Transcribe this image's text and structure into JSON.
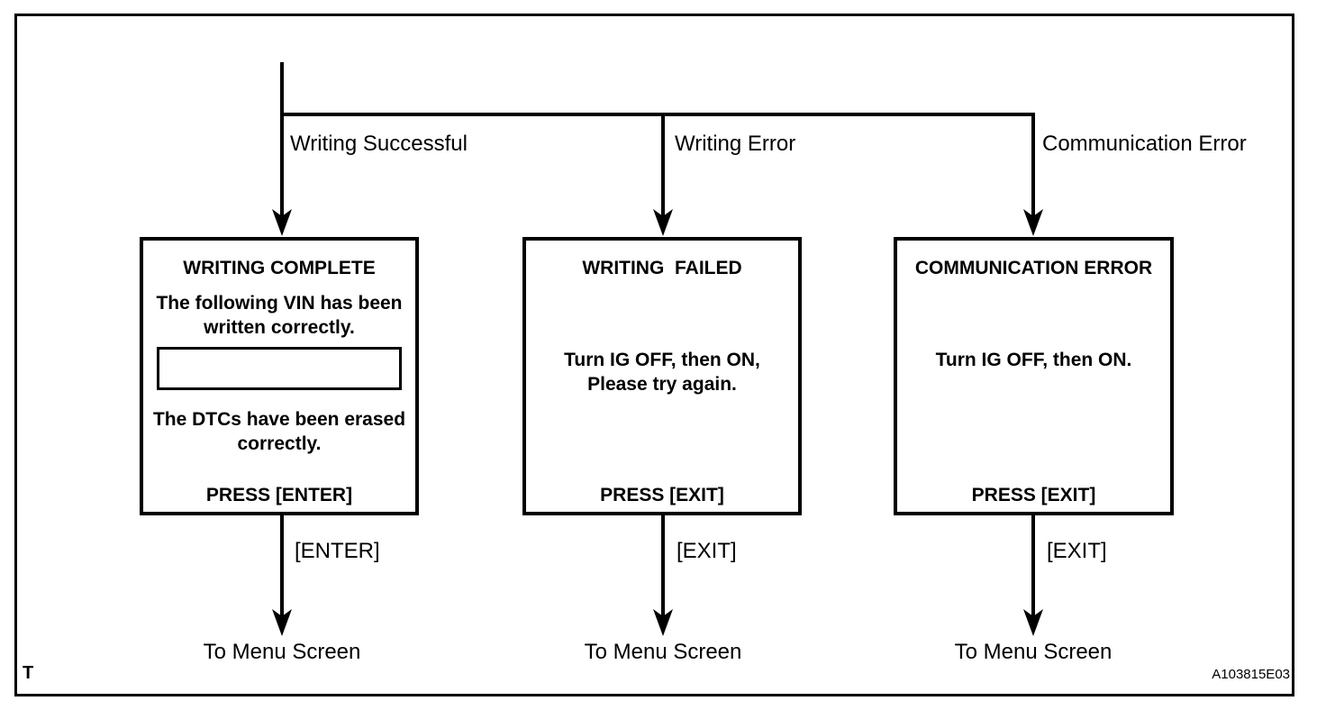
{
  "diagram": {
    "figure_id": "A103815E03",
    "corner_mark": "T",
    "colors": {
      "line": "#000000",
      "background": "#ffffff",
      "text": "#000000"
    },
    "branches": [
      {
        "condition_label": "Writing Successful",
        "screen": {
          "title": "WRITING COMPLETE",
          "body_top": "The following VIN has been\nwritten correctly.",
          "vin_field_value": "",
          "body_bottom": "The DTCs have been erased\ncorrectly.",
          "press_label": "PRESS [ENTER]"
        },
        "key_label": "[ENTER]",
        "destination_label": "To Menu Screen"
      },
      {
        "condition_label": "Writing Error",
        "screen": {
          "title": "WRITING  FAILED",
          "body": "Turn IG OFF, then ON,\nPlease try again.",
          "press_label": "PRESS [EXIT]"
        },
        "key_label": "[EXIT]",
        "destination_label": "To Menu Screen"
      },
      {
        "condition_label": "Communication Error",
        "screen": {
          "title": "COMMUNICATION ERROR",
          "body": "Turn IG OFF, then ON.",
          "press_label": "PRESS [EXIT]"
        },
        "key_label": "[EXIT]",
        "destination_label": "To Menu Screen"
      }
    ]
  }
}
